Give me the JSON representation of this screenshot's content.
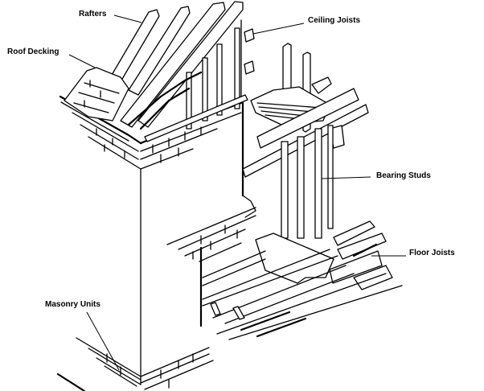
{
  "diagram": {
    "subject": "Cutaway of masonry building showing roof, ceiling and floor framing",
    "labels": {
      "rafters": "Rafters",
      "roof_decking": "Roof Decking",
      "ceiling_joists": "Ceiling Joists",
      "bearing_studs": "Bearing Studs",
      "floor_joists": "Floor Joists",
      "masonry_units": "Masonry Units"
    },
    "colors": {
      "line": "#000000",
      "background": "#ffffff"
    }
  }
}
